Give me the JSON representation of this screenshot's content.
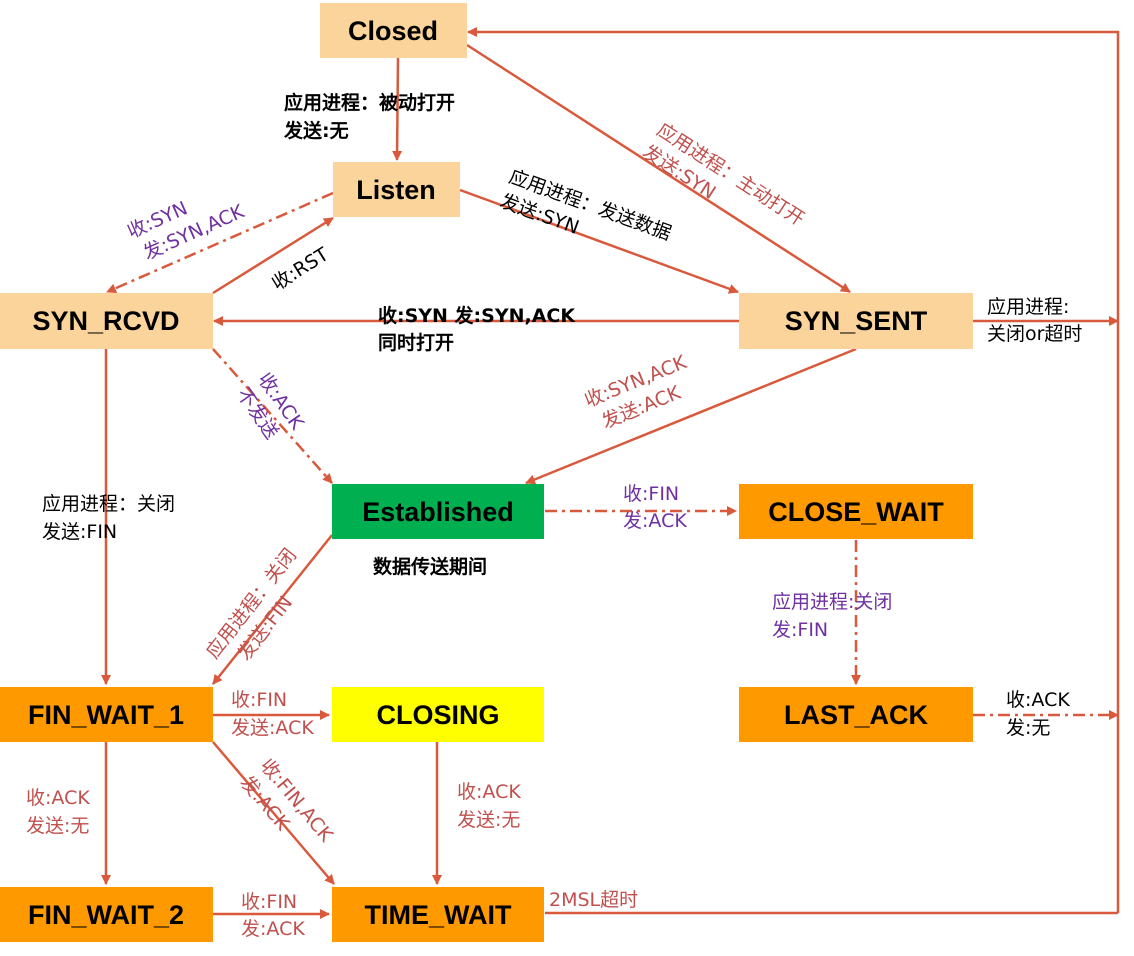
{
  "colors": {
    "arrow": "#d9593c",
    "peach": "#fbd49b",
    "orange": "#ff9900",
    "green": "#00b050",
    "yellow": "#ffff00",
    "label_black": "#000000",
    "label_purple": "#7030a0",
    "label_brown": "#c0504d"
  },
  "states": {
    "closed": "Closed",
    "listen": "Listen",
    "syn_rcvd": "SYN_RCVD",
    "syn_sent": "SYN_SENT",
    "established": "Established",
    "close_wait": "CLOSE_WAIT",
    "fin_wait_1": "FIN_WAIT_1",
    "closing": "CLOSING",
    "last_ack": "LAST_ACK",
    "fin_wait_2": "FIN_WAIT_2",
    "time_wait": "TIME_WAIT"
  },
  "notes": {
    "established_caption": "数据传送期间"
  },
  "transitions": {
    "closed_listen": [
      "应用进程：被动打开",
      "发送:无"
    ],
    "listen_synrcvd": [
      "收:SYN",
      "发:SYN,ACK"
    ],
    "synrcvd_listen": [
      "收:RST"
    ],
    "listen_synsent": [
      "应用进程：发送数据",
      "发送:SYN"
    ],
    "closed_synsent": [
      "应用进程：主动打开",
      "发送:SYN"
    ],
    "synsent_synrcvd": [
      "收:SYN 发:SYN,ACK",
      "同时打开"
    ],
    "synsent_closed": [
      "应用进程:",
      "关闭or超时"
    ],
    "synrcvd_established": [
      "收:ACK",
      "不发送"
    ],
    "synsent_established": [
      "收:SYN,ACK",
      "发送:ACK"
    ],
    "synrcvd_finwait1": [
      "应用进程：关闭",
      "发送:FIN"
    ],
    "established_closewait": [
      "收:FIN",
      "发:ACK"
    ],
    "closewait_lastack": [
      "应用进程:关闭",
      "发:FIN"
    ],
    "established_finwait1": [
      "应用进程：关闭",
      "发送:FIN"
    ],
    "lastack_closed": [
      "收:ACK",
      "发:无"
    ],
    "finwait1_closing": [
      "收:FIN",
      "发送:ACK"
    ],
    "finwait1_finwait2": [
      "收:ACK",
      "发送:无"
    ],
    "finwait1_timewait": [
      "收:FIN,ACK",
      "发:ACK"
    ],
    "closing_timewait": [
      "收:ACK",
      "发送:无"
    ],
    "finwait2_timewait": [
      "收:FIN",
      "发:ACK"
    ],
    "timewait_closed": [
      "2MSL超时"
    ]
  }
}
